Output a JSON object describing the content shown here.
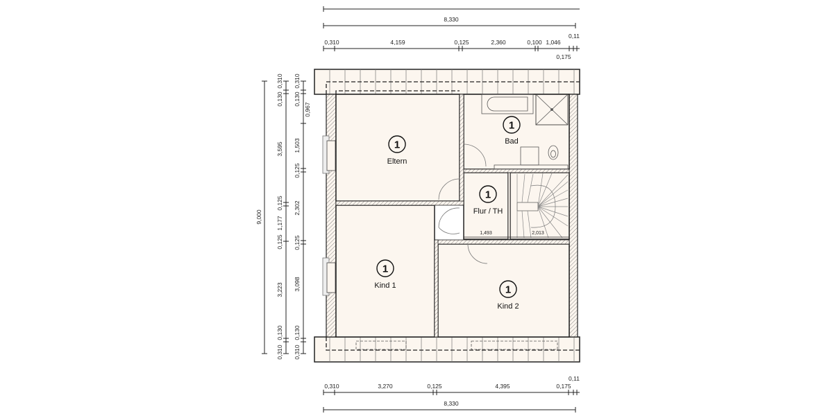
{
  "drawing": {
    "type": "floor-plan",
    "colors": {
      "room_fill": "#fcf6ef",
      "wall": "#222222",
      "roof_fill": "#fcf6ef",
      "dimension_line": "#222222"
    }
  },
  "dimensions": {
    "top_total": "8,330",
    "top_segments": [
      "0,310",
      "4,159",
      "0,125",
      "2,360",
      "0,100",
      "1,046",
      "0,11",
      "0,175"
    ],
    "bottom_total": "8,330",
    "bottom_segments": [
      "0,310",
      "3,270",
      "0,125",
      "4,395",
      "0,175",
      "0,11"
    ],
    "left_total": "9,000",
    "left_outer_segments": [
      "0,310",
      "0,130",
      "3,595",
      "0,125",
      "1,177",
      "0,125",
      "3,223",
      "0,130",
      "0,310"
    ],
    "left_inner_segments": [
      "0,310",
      "0,130",
      "0,967",
      "1,503",
      "0,125",
      "2,302",
      "0,125",
      "3,098",
      "0,130",
      "0,310"
    ],
    "stair_dims": [
      "1,493",
      "2,013"
    ]
  },
  "rooms": [
    {
      "id": "eltern",
      "number": "1",
      "label": "Eltern"
    },
    {
      "id": "bad",
      "number": "1",
      "label": "Bad"
    },
    {
      "id": "flur",
      "number": "1",
      "label": "Flur / TH"
    },
    {
      "id": "kind1",
      "number": "1",
      "label": "Kind 1"
    },
    {
      "id": "kind2",
      "number": "1",
      "label": "Kind 2"
    }
  ]
}
